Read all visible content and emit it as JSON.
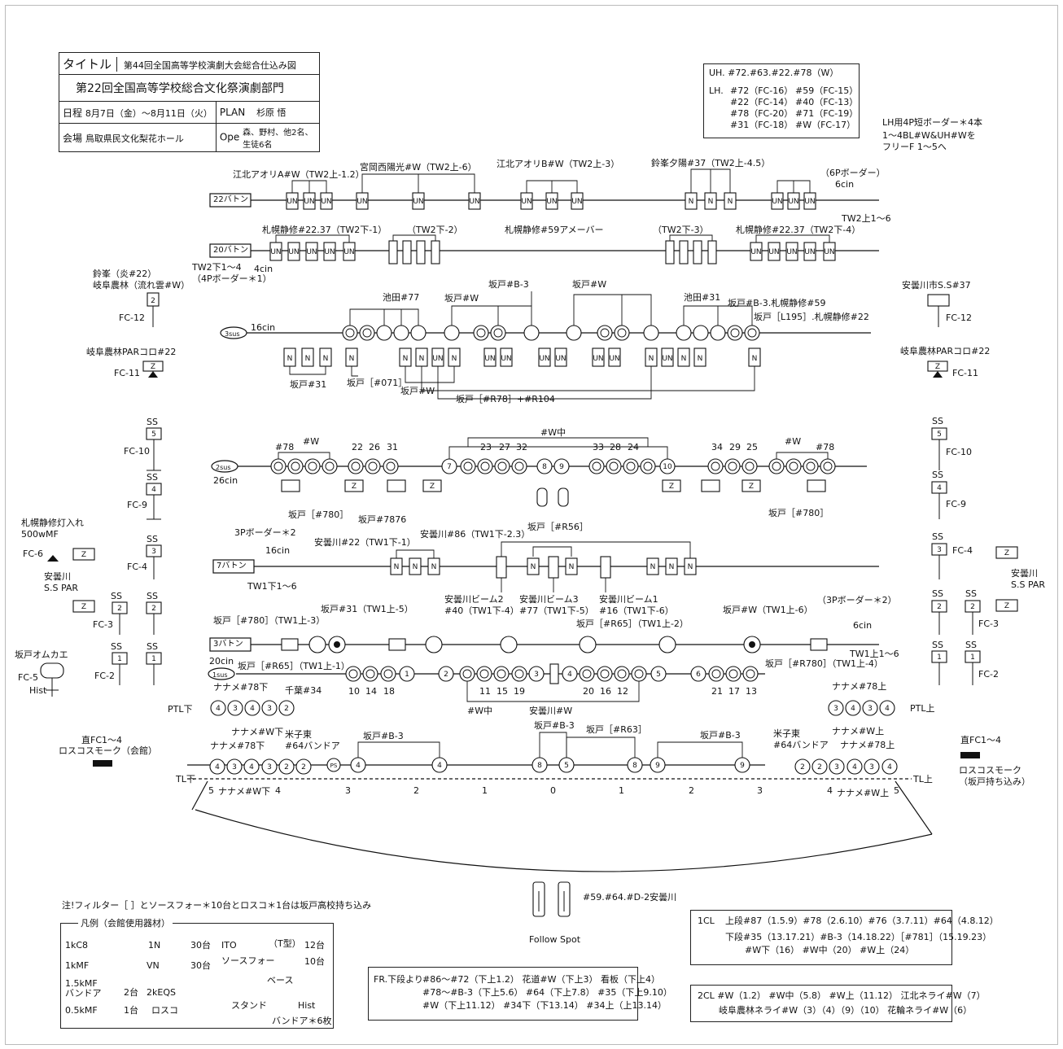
{
  "title": {
    "label": "タイトル",
    "main_event": "第44回全国高等学校演劇大会総合仕込み図",
    "sub_event": "第22回全国高等学校総合文化祭演劇部門",
    "schedule_label": "日程",
    "schedule_value": "8月7日（金）〜8月11日（火）",
    "plan_label": "PLAN",
    "plan_value": "杉原 悟",
    "venue_label": "会場",
    "venue_value": "鳥取県民文化梨花ホール",
    "ope_label": "Ope",
    "ope_value": "森、野村、他2名、生徒6名"
  },
  "uh_box": {
    "uh_line": "UH. #72.#63.#22.#78（W）",
    "lh_prefix": "LH.",
    "lh_rows": [
      [
        "#72（FC-16）",
        "#59（FC-15）"
      ],
      [
        "#22（FC-14）",
        "#40（FC-13）"
      ],
      [
        "#78（FC-20）",
        "#71（FC-19）"
      ],
      [
        "#31（FC-18）",
        "#W（FC-17）"
      ]
    ]
  },
  "lh_note": [
    "LH用4P短ボーダー＊4本",
    "1〜4BL#W&UH#Wを",
    "フリーF 1〜5へ"
  ],
  "battens": {
    "b22": "22バトン",
    "b20": "20バトン",
    "b7": "7バトン",
    "b3": "3バトン",
    "sus3": "3sus",
    "sus2": "2sus",
    "sus1": "1sus"
  },
  "labels_top": {
    "a1": "江北アオリA#W（TW2上-1.2）",
    "a2": "宮岡西陽光#W（TW2上-6）",
    "a3": "江北アオリB#W（TW2上-3）",
    "a4": "鈴峯夕陽#37（TW2上-4.5）",
    "a5": "（6Pボーダー）",
    "a6": "6cin",
    "a7": "TW2上1〜6",
    "b1": "札幌静修#22.37（TW2下-1）",
    "b2": "（TW2下-2）",
    "b3": "札幌静修#59アメーバー",
    "b4": "（TW2下-3）",
    "b5": "札幌静修#22.37（TW2下-4）",
    "b6": "TW2下1〜4",
    "b7": "4cin",
    "b8": "（4Pボーダー＊1）"
  },
  "labels_sus3": {
    "c1": "坂戸#B-3",
    "c2": "坂戸#W",
    "c3": "池田#77",
    "c4": "坂戸#W",
    "c5": "池田#31",
    "c6": "坂戸#B-3.札幌静修#59",
    "c7": "坂戸［L195］.札幌静修#22",
    "c8": "16cin",
    "c9": "坂戸#31",
    "c10": "坂戸［#071］",
    "c11": "坂戸#W",
    "c12": "坂戸［#R78］+#R104"
  },
  "labels_sus2": {
    "d1": "#W中",
    "d2": "#78",
    "d3": "#W",
    "d4": "22",
    "d5": "26",
    "d6": "31",
    "d7": "23",
    "d8": "27",
    "d9": "32",
    "d10": "33",
    "d11": "28",
    "d12": "24",
    "d13": "34",
    "d14": "29",
    "d15": "25",
    "d16": "#W",
    "d17": "#78",
    "d18": "26cin",
    "d19": "坂戸［#780］",
    "d20": "坂戸#7876",
    "d21": "坂戸［#R56］",
    "d22": "坂戸［#780］"
  },
  "labels_b7": {
    "e1": "3Pボーダー＊2",
    "e2": "16cin",
    "e3": "安曇川#22（TW1下-1）",
    "e4": "安曇川#86（TW1下-2.3）",
    "e5": "TW1下1〜6",
    "e6": "安曇川ビーム2",
    "e7": "#40（TW1下-4）",
    "e8": "安曇川ビーム3",
    "e9": "#77（TW1下-5）",
    "e10": "安曇川ビーム1",
    "e11": "#16（TW1下-6）"
  },
  "labels_b3": {
    "f1": "坂戸［#780］（TW1上-3）",
    "f2": "坂戸#31（TW1上-5）",
    "f3": "坂戸［#R65］（TW1上-2）",
    "f4": "坂戸#W（TW1上-6）",
    "f5": "（3Pボーダー＊2）",
    "f6": "6cin",
    "f7": "TW1上1〜6",
    "f8": "20cin",
    "f9": "坂戸［#R65］（TW1上-1）",
    "f10": "坂戸［#R780］（TW1上-4）"
  },
  "labels_sus1": {
    "g1": "10",
    "g2": "14",
    "g3": "18",
    "g4": "11",
    "g5": "15",
    "g6": "19",
    "g7": "20",
    "g8": "16",
    "g9": "12",
    "g10": "21",
    "g11": "17",
    "g12": "13",
    "g13": "#W中"
  },
  "labels_floor": {
    "h1": "ナナメ#78下",
    "h2": "千葉#34",
    "h3": "ナナメ#78上",
    "h4": "PTL下",
    "h5": "PTL上",
    "h6": "ナナメ#W下",
    "h7": "米子東",
    "h8": "#64バンドア",
    "h9": "安曇川#W",
    "h10": "坂戸#B-3",
    "h11": "坂戸［#R63］",
    "h12": "坂戸#B-3",
    "h13": "坂戸#B-3",
    "h14": "ナナメ#W上",
    "h15": "米子東",
    "h16": "#64バンドア",
    "h17": "ナナメ#78上",
    "h18": "ナナメ#78下",
    "h19": "TL下",
    "h20": "TL上",
    "h21": "ナナメ#W下",
    "h22": "ナナメ#W上",
    "h23": "直FC1〜4",
    "h24": "ロスコスモーク（会館）",
    "h25": "直FC1〜4",
    "h26": "ロスコスモーク",
    "h27": "（坂戸持ち込み）"
  },
  "floor_scale": [
    "5",
    "4",
    "3",
    "2",
    "1",
    "0",
    "1",
    "2",
    "3",
    "4",
    "5"
  ],
  "left_side": {
    "l1": "鈴峯（炎#22）",
    "l2": "岐阜農林（流れ雲#W）",
    "l3": "FC-12",
    "l4": "岐阜農林PARコロ#22",
    "l5": "FC-11",
    "l6": "FC-10",
    "l7": "FC-9",
    "l8": "札幌静修灯入れ",
    "l9": "500wMF",
    "l10": "FC-6",
    "l11": "FC-4",
    "l12": "安曇川",
    "l13": "S.S PAR",
    "l14": "FC-3",
    "l15": "坂戸オムカエ",
    "l16": "FC-5",
    "l17": "Hist",
    "l18": "FC-2",
    "ss": "SS"
  },
  "right_side": {
    "r1": "安曇川市S.S#37",
    "r2": "FC-12",
    "r3": "岐阜農林PARコロ#22",
    "r4": "FC-11",
    "r5": "FC-10",
    "r6": "FC-9",
    "r7": "FC-4",
    "r8": "安曇川",
    "r9": "S.S PAR",
    "r10": "FC-3",
    "r11": "FC-2"
  },
  "footer": {
    "note": "注!フィルター［ ］とソースフォー＊10台とロスコ＊1台は坂戸高校持ち込み",
    "legend_title": "凡例（会館使用器材）",
    "leg1": "1kC8",
    "leg2": "1N",
    "leg3": "30台",
    "leg4": "ITO",
    "leg5": "（T型）",
    "leg6": "12台",
    "leg7": "1kMF",
    "leg8": "VN",
    "leg9": "30台",
    "leg10": "ソースフォー",
    "leg11": "10台",
    "leg12": "1.5kMF",
    "leg13": "バンドア",
    "leg14": "2台",
    "leg15": "2kEQS",
    "leg16": "ベース",
    "leg17": "0.5kMF",
    "leg18": "1台",
    "leg19": "ロスコ",
    "leg20": "スタンド",
    "leg21": "Hist",
    "leg22": "バンドア＊6枚",
    "follow_spot": "Follow Spot",
    "fs_note": "#59.#64.#D-2安曇川",
    "fr_title": "FR.下段より",
    "fr1": "#86〜#72（下上1.2） 花道#W（下上3） 看板（下上4）",
    "fr2": "#78〜#B-3（下上5.6） #64（下上7.8） #35（下上9.10）",
    "fr3": "#W（下上11.12） #34下（下13.14） #34上（上13.14）",
    "cl1_label": "1CL",
    "cl1_1": "上段#87（1.5.9）#78（2.6.10）#76（3.7.11）#64（4.8.12）",
    "cl1_2": "下段#35（13.17.21）#B-3（14.18.22）［#781］（15.19.23）",
    "cl1_3": "#W下（16） #W中（20） #W上（24）",
    "cl2_1": "2CL #W（1.2） #W中（5.8） #W上（11.12） 江北ネライ#W（7）",
    "cl2_2": "岐阜農林ネライ#W（3）（4）（9）（10） 花輪ネライ#W（6）"
  }
}
